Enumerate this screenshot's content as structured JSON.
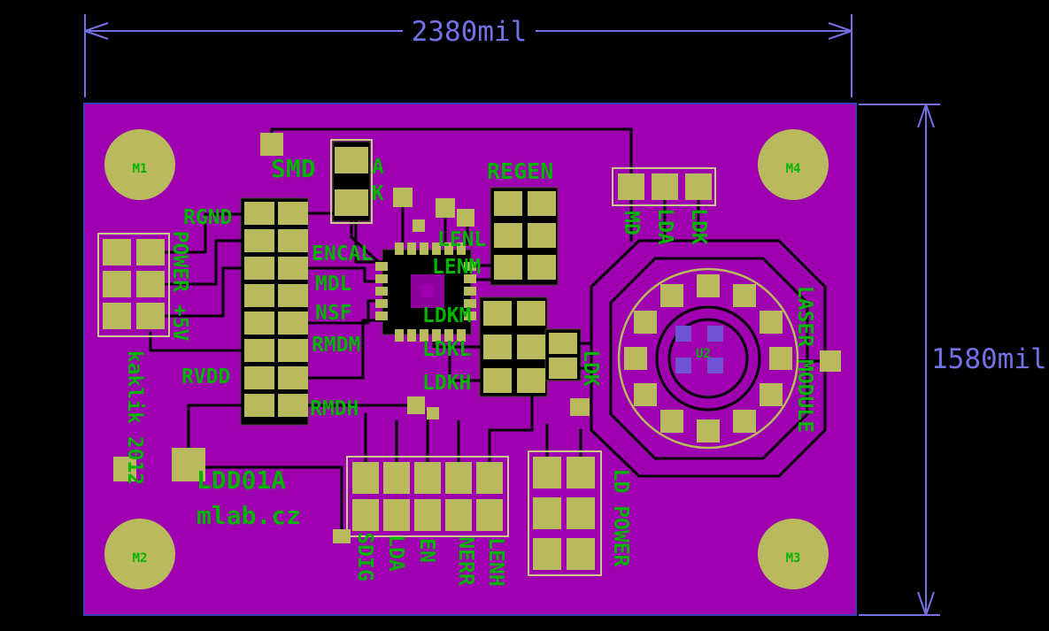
{
  "colors": {
    "background": "#000000",
    "board": "#9e00b0",
    "pad": "#b9ba5e",
    "silkscreen": "#00b400",
    "dimension": "#7272e6",
    "via": "#6f55d6",
    "trace": "#000000"
  },
  "dimensions": {
    "width_label": "2380mil",
    "height_label": "1580mil"
  },
  "mounting_holes": {
    "m1": "M1",
    "m2": "M2",
    "m3": "M3",
    "m4": "M4"
  },
  "refdes": {
    "u2": "U2"
  },
  "silkscreen": {
    "smd": "SMD",
    "diode_a": "A",
    "diode_k": "K",
    "regen": "REGEN",
    "rgnd": "RGND",
    "encal": "ENCAL",
    "mdl": "MDL",
    "nsf": "NSF",
    "rmdm": "RMDM",
    "rvdd": "RVDD",
    "rmdh": "RMDH",
    "lenl": "LENL",
    "lenm": "LENM",
    "ldkm": "LDKM",
    "ldkl": "LDKL",
    "ldkh": "LDKH",
    "ldk_mid": "LDK",
    "md": "MD",
    "lda_top": "LDA",
    "ldk_top": "LDK",
    "power_5v": "POWER +5V",
    "kaklik": "kaklik 2012",
    "board_name": "LDD01A",
    "mlab": "mlab.cz",
    "sdig": "SDIG",
    "lda_bottom": "LDA",
    "en": "EN",
    "nerr": "NERR",
    "lenh": "LENH",
    "ld_power": "LD POWER",
    "laser_module": "LASER MODULE"
  }
}
